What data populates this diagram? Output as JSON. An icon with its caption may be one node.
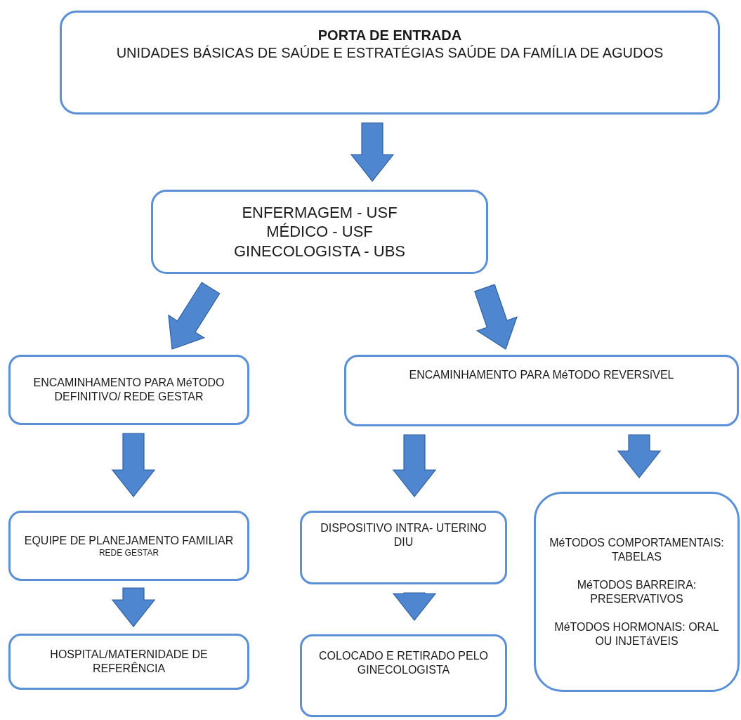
{
  "diagram": {
    "nodes": [
      {
        "text": [
          "PORTA DE ENTRADA",
          "UNIDADES BÁSICAS DE SAÚDE E ESTRATÉGIAS SAÚDE DA FAMÍLIA DE AGUDOS"
        ]
      },
      {
        "text": [
          "ENFERMAGEM - USF",
          "MÉDICO - USF",
          "GINECOLOGISTA - UBS"
        ]
      },
      {
        "text": [
          "ENCAMINHAMENTO PARA MéTODO DEFINITIVO/ REDE GESTAR"
        ]
      },
      {
        "text": [
          "ENCAMINHAMENTO PARA MéTODO REVERSíVEL"
        ]
      },
      {
        "text": [
          "EQUIPE DE PLANEJAMENTO FAMILIAR",
          "REDE GESTAR"
        ]
      },
      {
        "text": [
          "DISPOSITIVO INTRA- UTERINO",
          "DIU"
        ]
      },
      {
        "text": [
          "MéTODOS COMPORTAMENTAIS: TABELAS",
          "MéTODOS BARREIRA: PRESERVATIVOS",
          "MéTODOS HORMONAIS: ORAL OU INJETáVEIS"
        ]
      },
      {
        "text": [
          "HOSPITAL/MATERNIDADE DE REFERÊNCIA"
        ]
      },
      {
        "text": [
          "COLOCADO E RETIRADO PELO GINECOLOGISTA"
        ]
      }
    ],
    "edges": [
      {
        "from": 0,
        "to": 1,
        "arrow": "to"
      },
      {
        "from": 1,
        "to": 2,
        "arrow": "to"
      },
      {
        "from": 1,
        "to": 3,
        "arrow": "to"
      },
      {
        "from": 2,
        "to": 4,
        "arrow": "to"
      },
      {
        "from": 3,
        "to": 5,
        "arrow": "to"
      },
      {
        "from": 3,
        "to": 6,
        "arrow": "to"
      },
      {
        "from": 4,
        "to": 7,
        "arrow": "to"
      },
      {
        "from": 5,
        "to": 8,
        "arrow": "to"
      }
    ]
  }
}
